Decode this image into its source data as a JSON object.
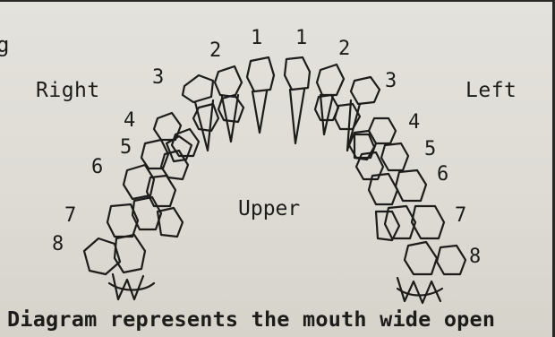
{
  "stub_text": "g",
  "labels": {
    "right": "Right",
    "left": "Left",
    "jaw": "Upper"
  },
  "caption": "Diagram represents the mouth wide open",
  "tooth_numbers": {
    "right": [
      "1",
      "2",
      "3",
      "4",
      "5",
      "6",
      "7",
      "8"
    ],
    "left": [
      "1",
      "2",
      "3",
      "4",
      "5",
      "6",
      "7",
      "8"
    ]
  }
}
